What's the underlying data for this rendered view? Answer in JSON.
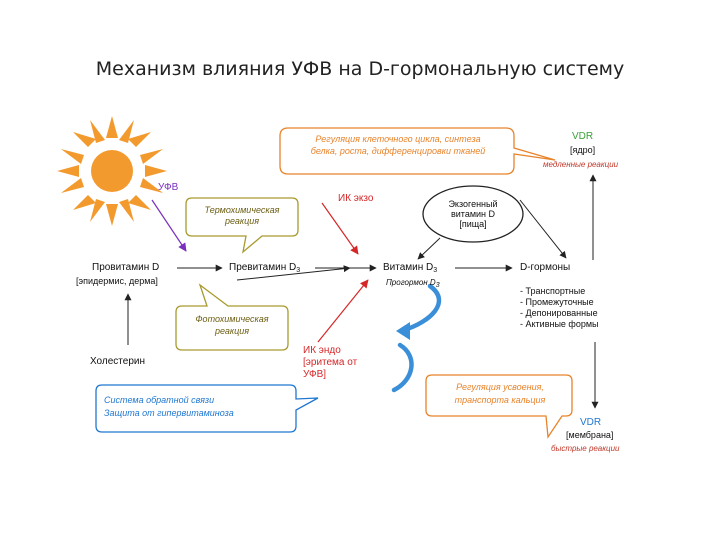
{
  "title": "Механизм влияния УФВ на D-гормональную систему",
  "sun_label": "УФВ",
  "nodes": {
    "provitamin": "Провитамин D",
    "provitamin_loc": "[эпидермис, дерма]",
    "previtamin": "Превитамин D",
    "previtamin_sub": "3",
    "vitamin": "Витамин D",
    "vitamin_sub": "3",
    "vitamin_note": "Прогормон D",
    "vitamin_note_sub": "3",
    "dhormones": "D-гормоны",
    "cholesterol": "Холестерин"
  },
  "exogenous": [
    "Экзогенный",
    "витамин D",
    "[пища]"
  ],
  "forms": [
    "- Транспортные",
    "- Промежуточные",
    "- Депонированные",
    "- Активные формы"
  ],
  "vdr_top": {
    "name": "VDR",
    "loc": "[ядро]",
    "note": "медленные реакции"
  },
  "vdr_bottom": {
    "name": "VDR",
    "loc": "[мембрана]",
    "note": "быстрые реакции"
  },
  "ik_exo": "ИК экзо",
  "ik_endo": [
    "ИК эндо",
    "[эритема от",
    "УФВ]"
  ],
  "callouts": {
    "cell_regulation": [
      "Регуляция клеточного цикла, синтеза",
      "белка, роста, дифференцировки тканей"
    ],
    "thermochemical": [
      "Термохимическая",
      "реакция"
    ],
    "photochemical": [
      "Фотохимическая",
      "реакция"
    ],
    "feedback": [
      "Система обратной связи",
      "Защита от гипервитаминоза"
    ],
    "calcium": [
      "Регуляция усвоения,",
      "транспорта кальция"
    ]
  },
  "colors": {
    "orange": "#e8832a",
    "green": "#3aa03a",
    "purple": "#7a2fbf",
    "red": "#d62728",
    "blue": "#1f77d0"
  }
}
